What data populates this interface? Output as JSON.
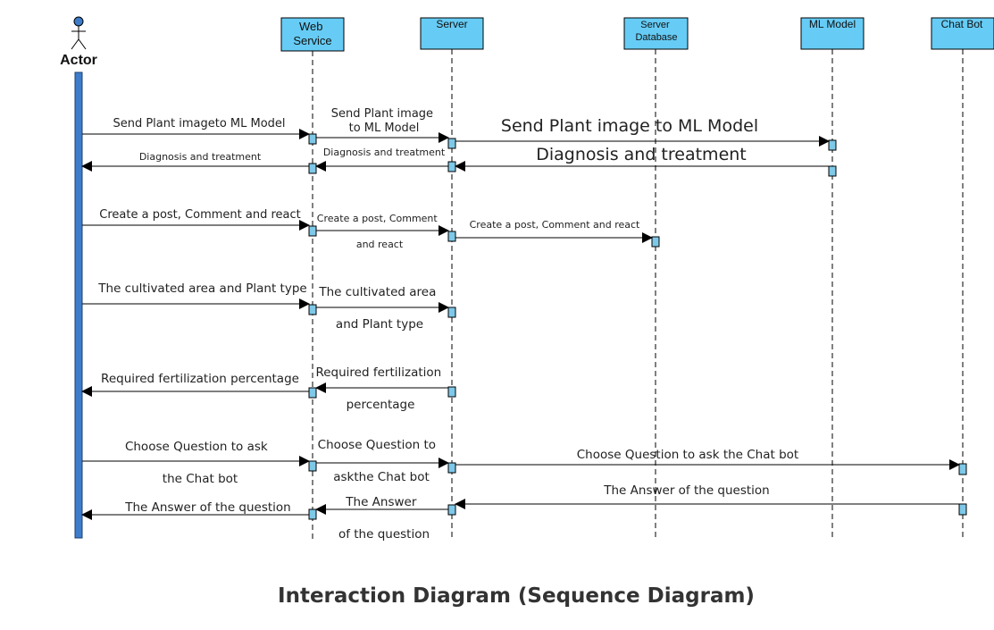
{
  "title": "Interaction Diagram (Sequence Diagram)",
  "actor": {
    "label": "Actor"
  },
  "participants": [
    {
      "id": "web",
      "label_lines": [
        "Web",
        "Service"
      ]
    },
    {
      "id": "server",
      "label_lines": [
        "Server"
      ]
    },
    {
      "id": "db",
      "label_lines": [
        "Server",
        "Database"
      ]
    },
    {
      "id": "ml",
      "label_lines": [
        "ML Model"
      ]
    },
    {
      "id": "bot",
      "label_lines": [
        "Chat Bot"
      ]
    }
  ],
  "messages": [
    {
      "from": "actor",
      "to": "web",
      "label_lines": [
        "Send Plant imageto ML Model"
      ]
    },
    {
      "from": "web",
      "to": "server",
      "label_lines": [
        "Send Plant image",
        "to ML Model"
      ]
    },
    {
      "from": "server",
      "to": "ml",
      "label_lines": [
        "Send Plant image to ML Model"
      ]
    },
    {
      "from": "ml",
      "to": "server",
      "label_lines": [
        "Diagnosis and treatment"
      ]
    },
    {
      "from": "server",
      "to": "web",
      "label_lines": [
        "Diagnosis and treatment"
      ]
    },
    {
      "from": "web",
      "to": "actor",
      "label_lines": [
        "Diagnosis and treatment"
      ]
    },
    {
      "from": "actor",
      "to": "web",
      "label_lines": [
        "Create a post, Comment and react"
      ]
    },
    {
      "from": "web",
      "to": "server",
      "label_lines": [
        "Create a post, Comment",
        "and react"
      ]
    },
    {
      "from": "server",
      "to": "db",
      "label_lines": [
        "Create a post, Comment and react"
      ]
    },
    {
      "from": "actor",
      "to": "web",
      "label_lines": [
        "The cultivated area and Plant type"
      ]
    },
    {
      "from": "web",
      "to": "server",
      "label_lines": [
        "The cultivated area",
        "and Plant type"
      ]
    },
    {
      "from": "server",
      "to": "web",
      "label_lines": [
        "Required fertilization",
        "percentage"
      ]
    },
    {
      "from": "web",
      "to": "actor",
      "label_lines": [
        "Required fertilization percentage"
      ]
    },
    {
      "from": "actor",
      "to": "web",
      "label_lines": [
        "Choose Question to ask",
        "the Chat bot"
      ]
    },
    {
      "from": "web",
      "to": "server",
      "label_lines": [
        "Choose Question to",
        "askthe Chat bot"
      ]
    },
    {
      "from": "server",
      "to": "bot",
      "label_lines": [
        "Choose Question to ask the Chat bot"
      ]
    },
    {
      "from": "bot",
      "to": "server",
      "label_lines": [
        "The Answer of the question"
      ]
    },
    {
      "from": "server",
      "to": "web",
      "label_lines": [
        "The Answer",
        "of the question"
      ]
    },
    {
      "from": "web",
      "to": "actor",
      "label_lines": [
        "The Answer of the question"
      ]
    }
  ],
  "colors": {
    "box_fill": "#66ccf5",
    "activation_fill": "#7ec8e8",
    "actor_bar": "#3d7cc9",
    "line": "#000000"
  }
}
